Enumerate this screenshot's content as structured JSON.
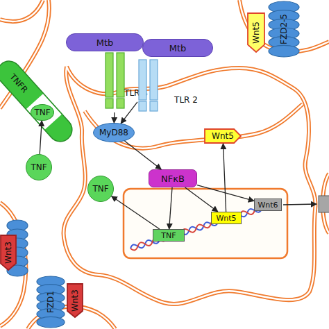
{
  "diagram": {
    "nodes": [
      {
        "text": [
          "Mtb"
        ]
      },
      {
        "text": [
          "Mtb"
        ]
      },
      {
        "text": [
          "Wnt5"
        ]
      },
      {
        "text": [
          "FZD2-5"
        ]
      },
      {
        "text": [
          "TNFR"
        ]
      },
      {
        "text": [
          "TNF"
        ],
        "in": 4
      },
      {
        "text": [
          "TLR 4"
        ]
      },
      {
        "text": [
          "TLR 2"
        ]
      },
      {
        "text": [
          "MyD88"
        ]
      },
      {
        "text": [
          "Wnt5"
        ]
      },
      {
        "text": [
          "TNF"
        ]
      },
      {
        "text": [
          "NFκB"
        ]
      },
      {
        "text": [
          "TNF"
        ]
      },
      {
        "text": [
          "Wnt6"
        ]
      },
      {
        "text": [
          "Wnt5"
        ]
      },
      {
        "text": [
          "TNF"
        ]
      },
      {
        "text": [
          "Wnt3"
        ]
      },
      {
        "text": [
          "FZD1"
        ]
      },
      {
        "text": [
          "Wnt3"
        ]
      }
    ],
    "edges": [
      {
        "from": 6,
        "to": 8,
        "arrow": "to"
      },
      {
        "from": 7,
        "to": 8,
        "arrow": "to"
      },
      {
        "from": 8,
        "to": 11,
        "arrow": "to"
      },
      {
        "from": 11,
        "to": 15,
        "arrow": "to"
      },
      {
        "from": 11,
        "to": 14,
        "arrow": "to"
      },
      {
        "from": 11,
        "to": 13,
        "arrow": "to"
      },
      {
        "from": 14,
        "to": 9,
        "arrow": "to"
      },
      {
        "from": 15,
        "to": 12,
        "arrow": "to"
      },
      {
        "from": 10,
        "to": 5,
        "arrow": "to"
      }
    ]
  }
}
